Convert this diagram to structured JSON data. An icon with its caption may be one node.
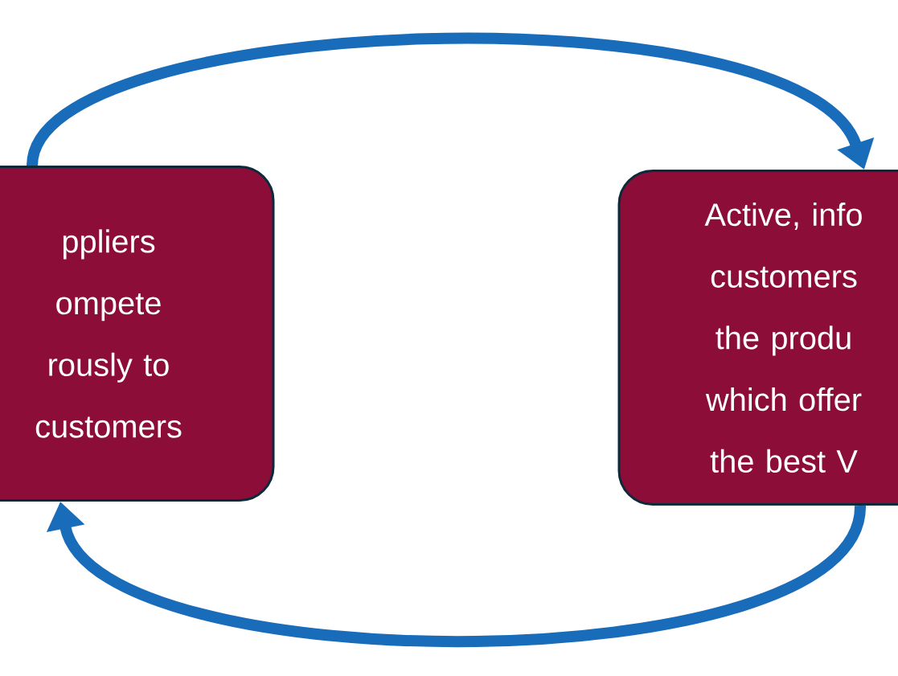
{
  "diagram": {
    "nodes": [
      {
        "text": [
          "ppliers ompete rously to customers"
        ]
      },
      {
        "text": [
          "Active, info customers the produ which offer the best V"
        ]
      }
    ],
    "edges": [
      {
        "from": 0,
        "to": 1,
        "arrow": "to"
      },
      {
        "from": 1,
        "to": 0,
        "arrow": "to"
      }
    ]
  }
}
